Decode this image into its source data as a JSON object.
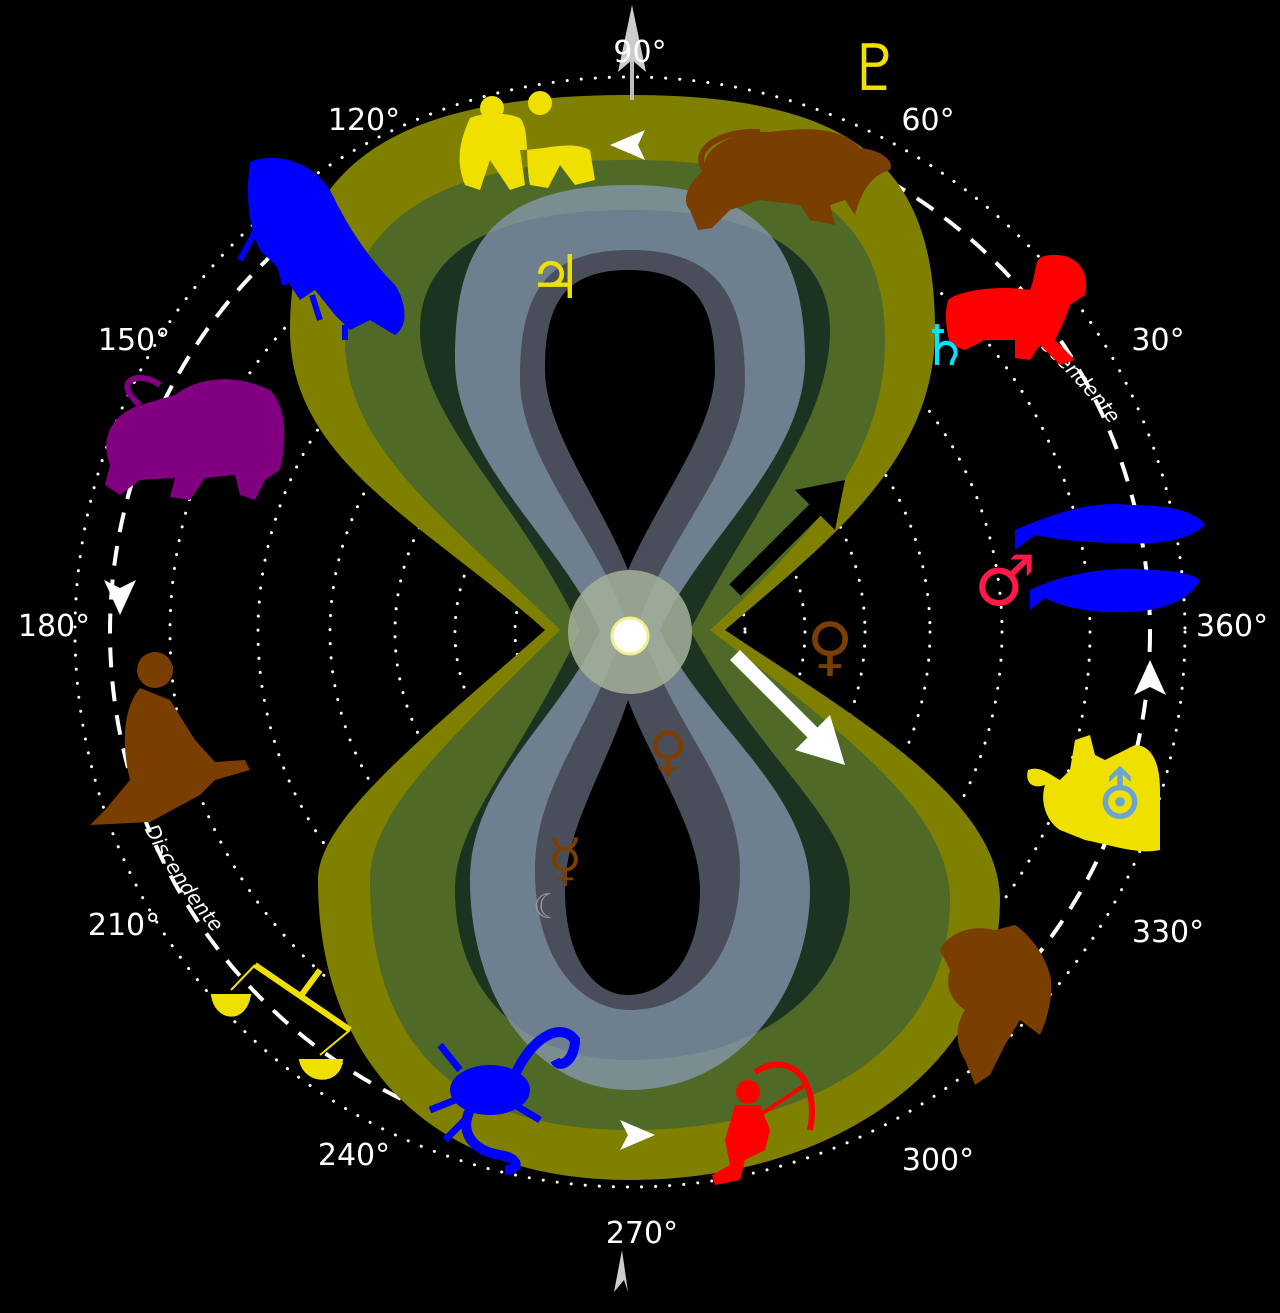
{
  "diagram": {
    "degree_labels": [
      "90°",
      "60°",
      "30°",
      "360°",
      "330°",
      "300°",
      "270°",
      "240°",
      "210°",
      "180°",
      "150°",
      "120°"
    ],
    "curved_labels": {
      "ascendant": "Ascendente",
      "descendant": "Discendente"
    },
    "symbols": {
      "pluto": "♇",
      "jupiter": "♃",
      "saturn": "♄",
      "mars": "♂",
      "venus": "♀",
      "uranus": "⛢",
      "mercury": "☿",
      "moon": "☾"
    },
    "colors": {
      "background": "#000000",
      "outer_band": "#7f7f00",
      "middle_band": "#4e6a26",
      "inner_dark": "#1c3322",
      "inner_band": "#8a9ab5",
      "sun": "#ffffff",
      "taurus": "#7a3e00",
      "aries": "#ff0000",
      "pisces": "#0000ff",
      "capricorn": "#f0e000",
      "sagittarius": "#ff0000",
      "scorpio": "#0000ff",
      "libra": "#f0e000",
      "virgo": "#7a3e00",
      "leo": "#800080",
      "cancer": "#0000ff",
      "gemini": "#f0e000",
      "aquarius": "#7a3e00"
    }
  }
}
